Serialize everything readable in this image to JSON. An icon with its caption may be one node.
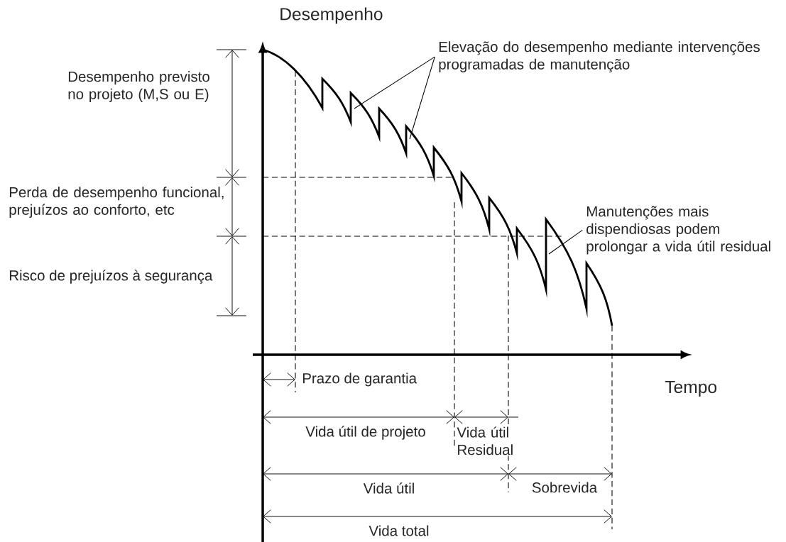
{
  "diagram": {
    "nodes": [
      {
        "text": [
          "Elevação do desempenho mediante intervenções programadas de manutenção"
        ]
      },
      {
        "text": [
          "Manutenções mais dispendiosas podem prolongar a vida útil residual"
        ]
      }
    ],
    "edges": [
      {
        "from": 0,
        "to": null,
        "arrow": "none"
      },
      {
        "from": 0,
        "to": null,
        "arrow": "none"
      },
      {
        "from": 1,
        "to": null,
        "arrow": "none"
      }
    ],
    "labels": [
      "Desempenho",
      "Desempenho previsto no projeto (M,S ou E)",
      "Perda de desempenho funcional, prejuízos ao conforto, etc",
      "Risco de prejuízos à segurança",
      "Tempo",
      "Prazo de garantia",
      "Vida útil de projeto",
      "Vida útil Residual",
      "Vida útil",
      "Sobrevida",
      "Vida total"
    ]
  }
}
